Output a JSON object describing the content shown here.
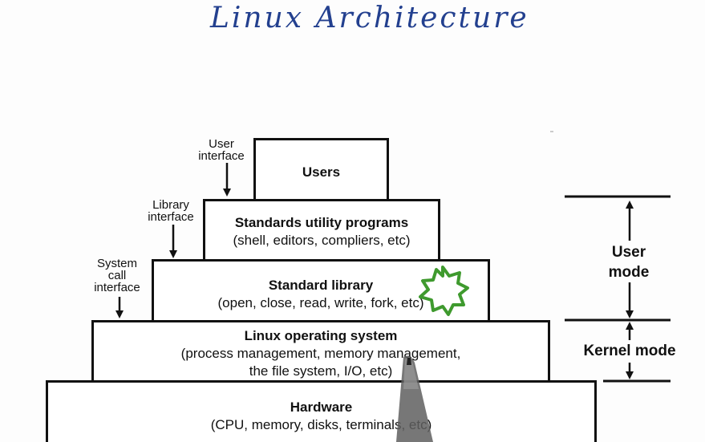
{
  "title": "Linux Architecture",
  "layers": {
    "users": {
      "heading": "Users",
      "detail": ""
    },
    "utility": {
      "heading": "Standards utility programs",
      "detail": "(shell, editors, compliers, etc)"
    },
    "library": {
      "heading": "Standard library",
      "detail": "(open, close, read, write, fork, etc)"
    },
    "os": {
      "heading": "Linux operating system",
      "detail": "(process management, memory management,\nthe file system, I/O, etc)"
    },
    "hardware": {
      "heading": "Hardware",
      "detail": "(CPU, memory, disks, terminals, etc)"
    }
  },
  "interfaces": {
    "user": "User\ninterface",
    "library": "Library\ninterface",
    "syscall": "System\ncall\ninterface"
  },
  "modes": {
    "user": "User\nmode",
    "kernel": "Kernel mode"
  },
  "colors": {
    "title": "#23408f",
    "ink": "#111111",
    "highlight": "#3f9a2e",
    "pen": "#6b6b6b"
  },
  "icons": [
    "highlight-star-icon",
    "pen-icon"
  ]
}
